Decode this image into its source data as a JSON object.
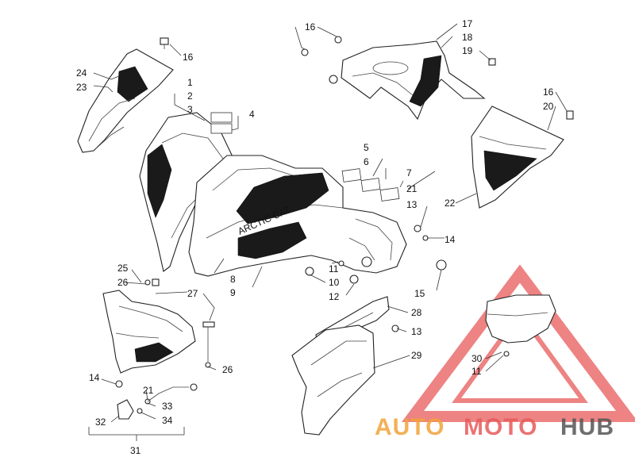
{
  "callouts": {
    "c1": "1",
    "c2": "2",
    "c3": "3",
    "c4": "4",
    "c5": "5",
    "c6": "6",
    "c7": "7",
    "c8": "8",
    "c9": "9",
    "c10": "10",
    "c11a": "11",
    "c11b": "11",
    "c12": "12",
    "c13a": "13",
    "c13b": "13",
    "c14a": "14",
    "c14b": "14",
    "c15": "15",
    "c16a": "16",
    "c16b": "16",
    "c16c": "16",
    "c17": "17",
    "c18": "18",
    "c19": "19",
    "c20": "20",
    "c21a": "21",
    "c21b": "21",
    "c22": "22",
    "c23": "23",
    "c24": "24",
    "c25": "25",
    "c26a": "26",
    "c26b": "26",
    "c27": "27",
    "c28": "28",
    "c29": "29",
    "c30": "30",
    "c31": "31",
    "c32": "32",
    "c33": "33",
    "c34": "34"
  },
  "brand": {
    "fender_logo": "ARCTIC CAT",
    "watermark_part1": "AUTO",
    "watermark_part2": "MOTO",
    "watermark_part3": "HUB"
  },
  "colors": {
    "watermark_red": "#e85a5a",
    "watermark_orange": "#f2a33a",
    "watermark_gray": "#555555",
    "line": "#222222"
  }
}
